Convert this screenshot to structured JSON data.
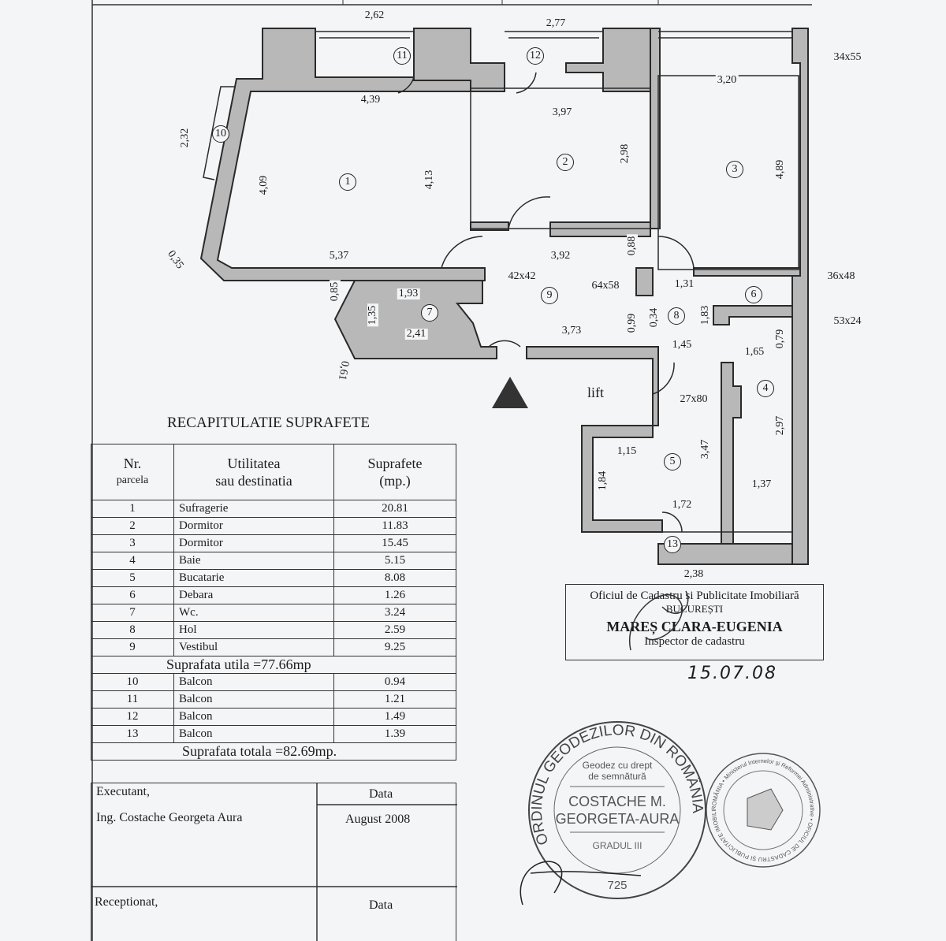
{
  "plan": {
    "rooms": [
      "1",
      "2",
      "3",
      "4",
      "5",
      "6",
      "7",
      "8",
      "9",
      "10",
      "11",
      "12",
      "13"
    ],
    "dims": [
      "2,62",
      "2,77",
      "34x55",
      "4,39",
      "3,20",
      "3,97",
      "2,32",
      "4,09",
      "4,13",
      "2,98",
      "4,89",
      "5,37",
      "3,92",
      "0,88",
      "0,35",
      "42x42",
      "36x48",
      "1,93",
      "64x58",
      "1,31",
      "0,85",
      "1,35",
      "0,99",
      "0,34",
      "1,83",
      "53x24",
      "2,41",
      "3,73",
      "1,45",
      "1,65",
      "0,79",
      "0,61",
      "27x80",
      "2,97",
      "1,15",
      "3,47",
      "1,84",
      "1,37",
      "1,72",
      "2,38"
    ],
    "lift_label": "lift"
  },
  "table": {
    "title": "RECAPITULATIE SUPRAFETE",
    "headers": {
      "nr": "Nr.",
      "nr_sub": "parcela",
      "util": "Utilitatea",
      "util_sub": "sau destinatia",
      "supr": "Suprafete",
      "supr_sub": "(mp.)"
    },
    "rows": [
      {
        "nr": "1",
        "name": "Sufragerie",
        "area": "20.81"
      },
      {
        "nr": "2",
        "name": "Dormitor",
        "area": "11.83"
      },
      {
        "nr": "3",
        "name": "Dormitor",
        "area": "15.45"
      },
      {
        "nr": "4",
        "name": "Baie",
        "area": "5.15"
      },
      {
        "nr": "5",
        "name": "Bucatarie",
        "area": "8.08"
      },
      {
        "nr": "6",
        "name": "Debara",
        "area": "1.26"
      },
      {
        "nr": "7",
        "name": "Wc.",
        "area": "3.24"
      },
      {
        "nr": "8",
        "name": "Hol",
        "area": "2.59"
      },
      {
        "nr": "9",
        "name": "Vestibul",
        "area": "9.25"
      }
    ],
    "useful_total": "Suprafata utila =77.66mp",
    "balcony_rows": [
      {
        "nr": "10",
        "name": "Balcon",
        "area": "0.94"
      },
      {
        "nr": "11",
        "name": "Balcon",
        "area": "1.21"
      },
      {
        "nr": "12",
        "name": "Balcon",
        "area": "1.49"
      },
      {
        "nr": "13",
        "name": "Balcon",
        "area": "1.39"
      }
    ],
    "grand_total": "Suprafata totala =82.69mp."
  },
  "signoff": {
    "executant_label": "Executant,",
    "data_label": "Data",
    "executant_name": "Ing. Costache Georgeta Aura",
    "executant_date": "August 2008",
    "receptionat_label": "Receptionat,",
    "data_label_2": "Data"
  },
  "inspector_stamp": {
    "office": "Oficiul de Cadastru și Publicitate Imobiliară",
    "city": "BUCUREȘTI",
    "name": "MAREȘ CLARA-EUGENIA",
    "role": "Inspector de cadastru",
    "date": "15.07.08"
  },
  "geodez_stamp": {
    "ring": "ORDINUL GEODEZILOR DIN ROMÂNIA",
    "line1": "Geodez cu drept",
    "line2": "de semnătură",
    "name1": "COSTACHE M.",
    "name2": "GEORGETA-AURA",
    "grade": "GRADUL III",
    "number": "725"
  },
  "ocpi_stamp": {
    "ring": "ROMÂNIA • Ministerul Internelor și Reformei Administrative • OFICIUL DE CADASTRU ȘI PUBLICITATE IMOBILIARĂ BUCUREȘTI"
  }
}
